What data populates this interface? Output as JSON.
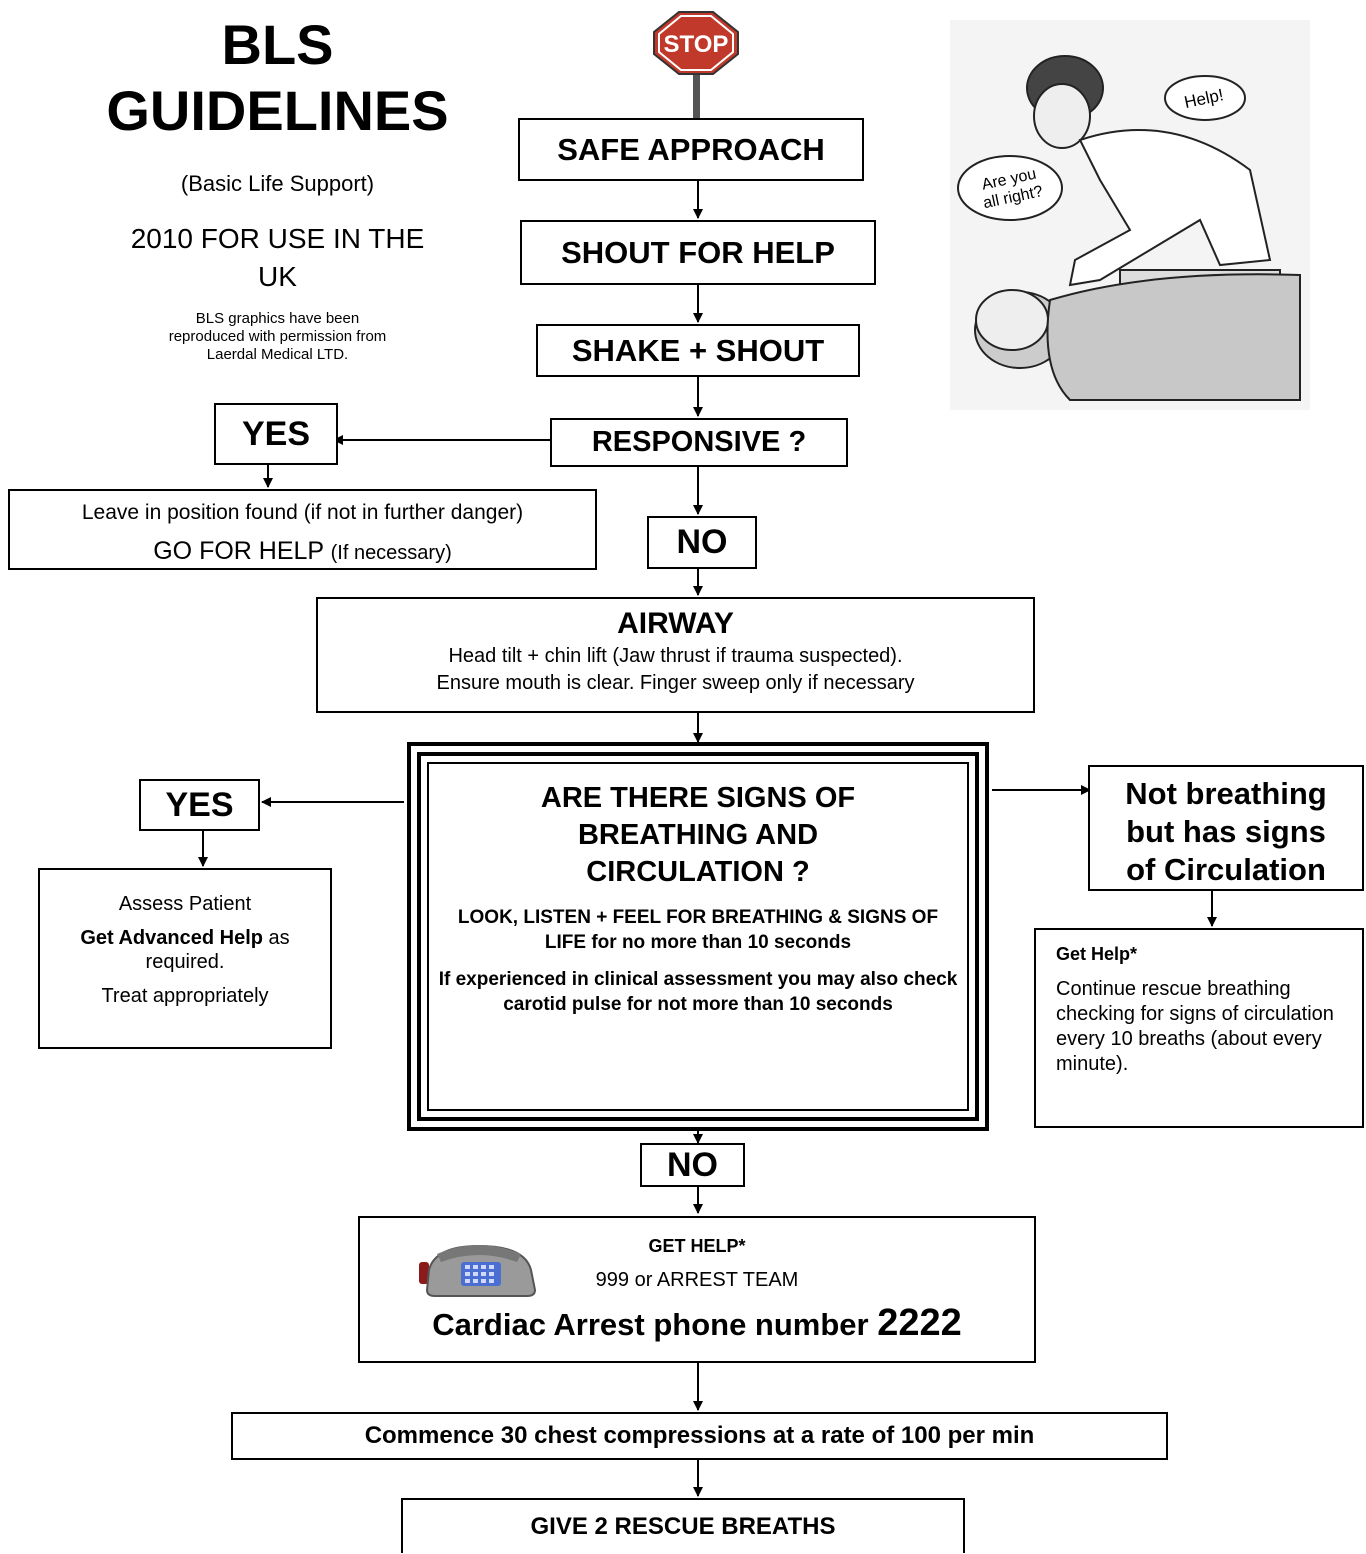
{
  "header": {
    "title_line1": "BLS",
    "title_line2": "GUIDELINES",
    "subtitle": "(Basic Life Support)",
    "year_line1": "2010 FOR USE IN THE",
    "year_line2": "UK",
    "credit_line1": "BLS graphics have been",
    "credit_line2": "reproduced with permission from",
    "credit_line3": "Laerdal Medical LTD."
  },
  "stop_sign": {
    "label": "STOP",
    "color": "#d42a2a"
  },
  "illustration": {
    "bubble_help": "Help!",
    "bubble_ask_line1": "Are you",
    "bubble_ask_line2": "all right?"
  },
  "steps": {
    "safe_approach": "SAFE APPROACH",
    "shout_for_help": "SHOUT FOR HELP",
    "shake_shout": "SHAKE + SHOUT",
    "responsive": "RESPONSIVE ?",
    "yes_1": "YES",
    "leave_line1": "Leave in position found (if not in further danger)",
    "leave_line2_main": "GO FOR HELP",
    "leave_line2_small": "(If necessary)",
    "no_1": "NO",
    "airway_title": "AIRWAY",
    "airway_line1": "Head tilt + chin lift (Jaw thrust if trauma suspected).",
    "airway_line2": "Ensure mouth is clear. Finger sweep only if necessary",
    "signs_title_line1": "ARE THERE SIGNS OF",
    "signs_title_line2": "BREATHING AND",
    "signs_title_line3": "CIRCULATION ?",
    "signs_look": "LOOK, LISTEN + FEEL FOR BREATHING & SIGNS OF LIFE for no more than 10 seconds",
    "signs_experienced": "If experienced in clinical assessment you may also check carotid pulse for not more than 10 seconds",
    "yes_2": "YES",
    "assess_line1": "Assess Patient",
    "assess_bold": "Get Advanced Help",
    "assess_rest": " as required.",
    "assess_line3": "Treat appropriately",
    "not_breathing_line1": "Not breathing",
    "not_breathing_line2": "but has signs",
    "not_breathing_line3": "of Circulation",
    "get_help_right": "Get Help*",
    "continue_rescue": "Continue rescue breathing checking for signs of circulation every 10 breaths (about every minute).",
    "no_2": "NO",
    "get_help_title": "GET HELP*",
    "get_help_number": "999  or  ARREST TEAM",
    "cardiac_text": "Cardiac Arrest phone number ",
    "cardiac_number": "2222",
    "compressions": "Commence 30 chest compressions at a rate of 100 per min",
    "rescue_breaths": "GIVE 2 RESCUE BREATHS"
  }
}
